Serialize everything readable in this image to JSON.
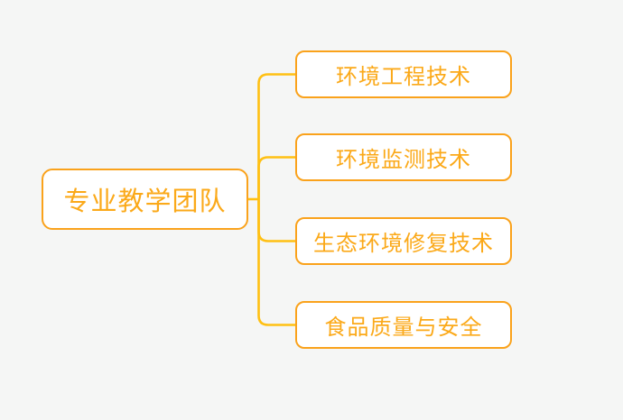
{
  "canvas": {
    "background_color": "#f5f6f5"
  },
  "mindmap": {
    "root": {
      "label": "专业教学团队"
    },
    "children": [
      {
        "label": "环境工程技术"
      },
      {
        "label": "环境监测技术"
      },
      {
        "label": "生态环境修复技术"
      },
      {
        "label": "食品质量与安全"
      }
    ],
    "colors": {
      "node_border": "#faa21b",
      "node_text": "#fba919",
      "node_fill": "#ffffff",
      "connector": "#ffc013"
    }
  }
}
